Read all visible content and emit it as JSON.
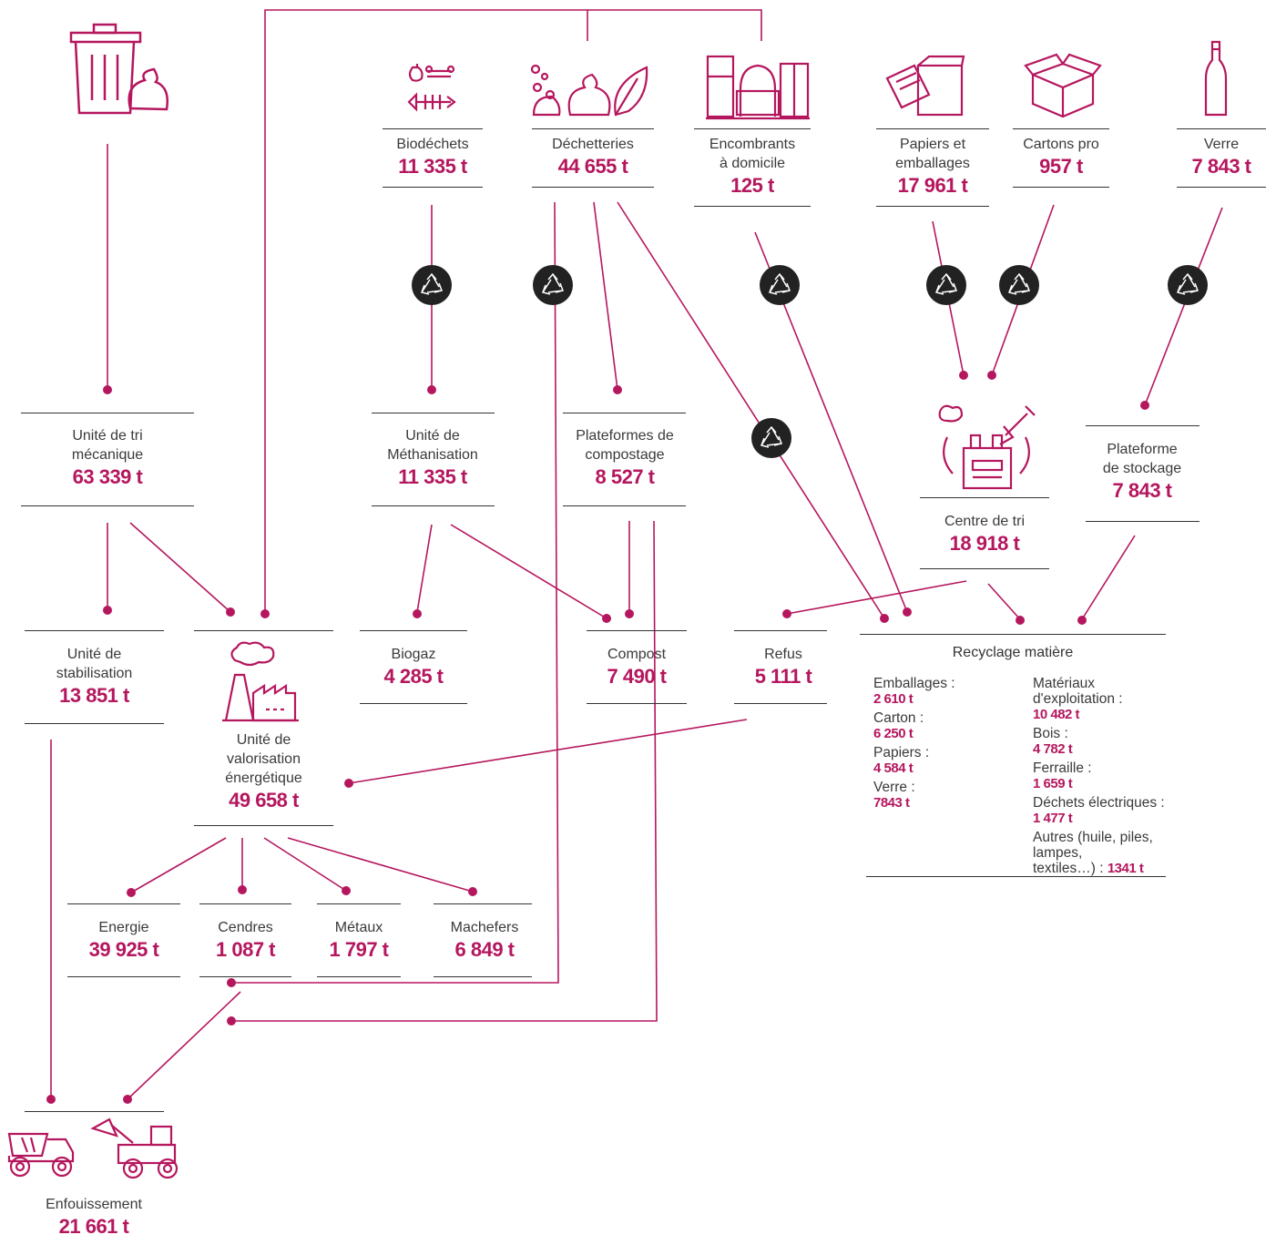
{
  "colors": {
    "accent": "#b5175e",
    "line": "#333333",
    "recycle_badge": "#222222"
  },
  "sources": {
    "biodechets": {
      "label": "Biodéchets",
      "value": "11 335 t",
      "icon": "food-waste-icon"
    },
    "dechetteries": {
      "label": "Déchetteries",
      "value": "44 655 t",
      "icon": "waste-bags-leaf-icon"
    },
    "encombrants": {
      "label": "Encombrants\nà domicile",
      "value": "125 t",
      "icon": "furniture-icon"
    },
    "papiers": {
      "label": "Papiers et\nemballages",
      "value": "17 961 t",
      "icon": "paper-box-icon"
    },
    "cartons": {
      "label": "Cartons pro",
      "value": "957 t",
      "icon": "open-box-icon"
    },
    "verre": {
      "label": "Verre",
      "value": "7 843 t",
      "icon": "bottle-icon"
    }
  },
  "household_waste_icon": "trash-bin-icon",
  "facilities": {
    "tri_mecanique": {
      "label": "Unité de tri\nmécanique",
      "value": "63 339 t"
    },
    "methanisation": {
      "label": "Unité de\nMéthanisation",
      "value": "11 335 t"
    },
    "compostage": {
      "label": "Plateformes de\ncompostage",
      "value": "8 527 t"
    },
    "centre_tri": {
      "label": "Centre de tri",
      "value": "18 918 t",
      "icon": "sorting-center-icon"
    },
    "stockage": {
      "label": "Plateforme\nde stockage",
      "value": "7 843 t"
    },
    "stabilisation": {
      "label": "Unité de\nstabilisation",
      "value": "13 851 t"
    },
    "valorisation": {
      "label": "Unité de\nvalorisation\nénergétique",
      "value": "49 658 t",
      "icon": "factory-icon"
    }
  },
  "outputs": {
    "biogaz": {
      "label": "Biogaz",
      "value": "4 285 t"
    },
    "compost": {
      "label": "Compost",
      "value": "7 490 t"
    },
    "refus": {
      "label": "Refus",
      "value": "5 111 t"
    },
    "energie": {
      "label": "Energie",
      "value": "39 925 t"
    },
    "cendres": {
      "label": "Cendres",
      "value": "1 087 t"
    },
    "metaux": {
      "label": "Métaux",
      "value": "1 797 t"
    },
    "machefers": {
      "label": "Machefers",
      "value": "6 849 t"
    },
    "enfouissement": {
      "label": "Enfouissement",
      "value": "21 661 t",
      "icon": "landfill-trucks-icon"
    }
  },
  "recycling": {
    "title": "Recyclage matière",
    "left": [
      {
        "label": "Emballages :",
        "value": "2 610 t"
      },
      {
        "label": "Carton :",
        "value": "6 250 t"
      },
      {
        "label": "Papiers :",
        "value": "4 584 t"
      },
      {
        "label": "Verre :",
        "value": "7843 t"
      }
    ],
    "right": [
      {
        "label": "Matériaux d'exploitation :",
        "value": "10 482 t"
      },
      {
        "label": "Bois :",
        "value": "4 782 t"
      },
      {
        "label": "Ferraille :",
        "value": "1 659 t"
      },
      {
        "label": "Déchets électriques :",
        "value": "1 477 t"
      }
    ],
    "other_label_1": "Autres (huile, piles, lampes,",
    "other_label_2": "textiles…) : ",
    "other_value": "1341 t"
  }
}
